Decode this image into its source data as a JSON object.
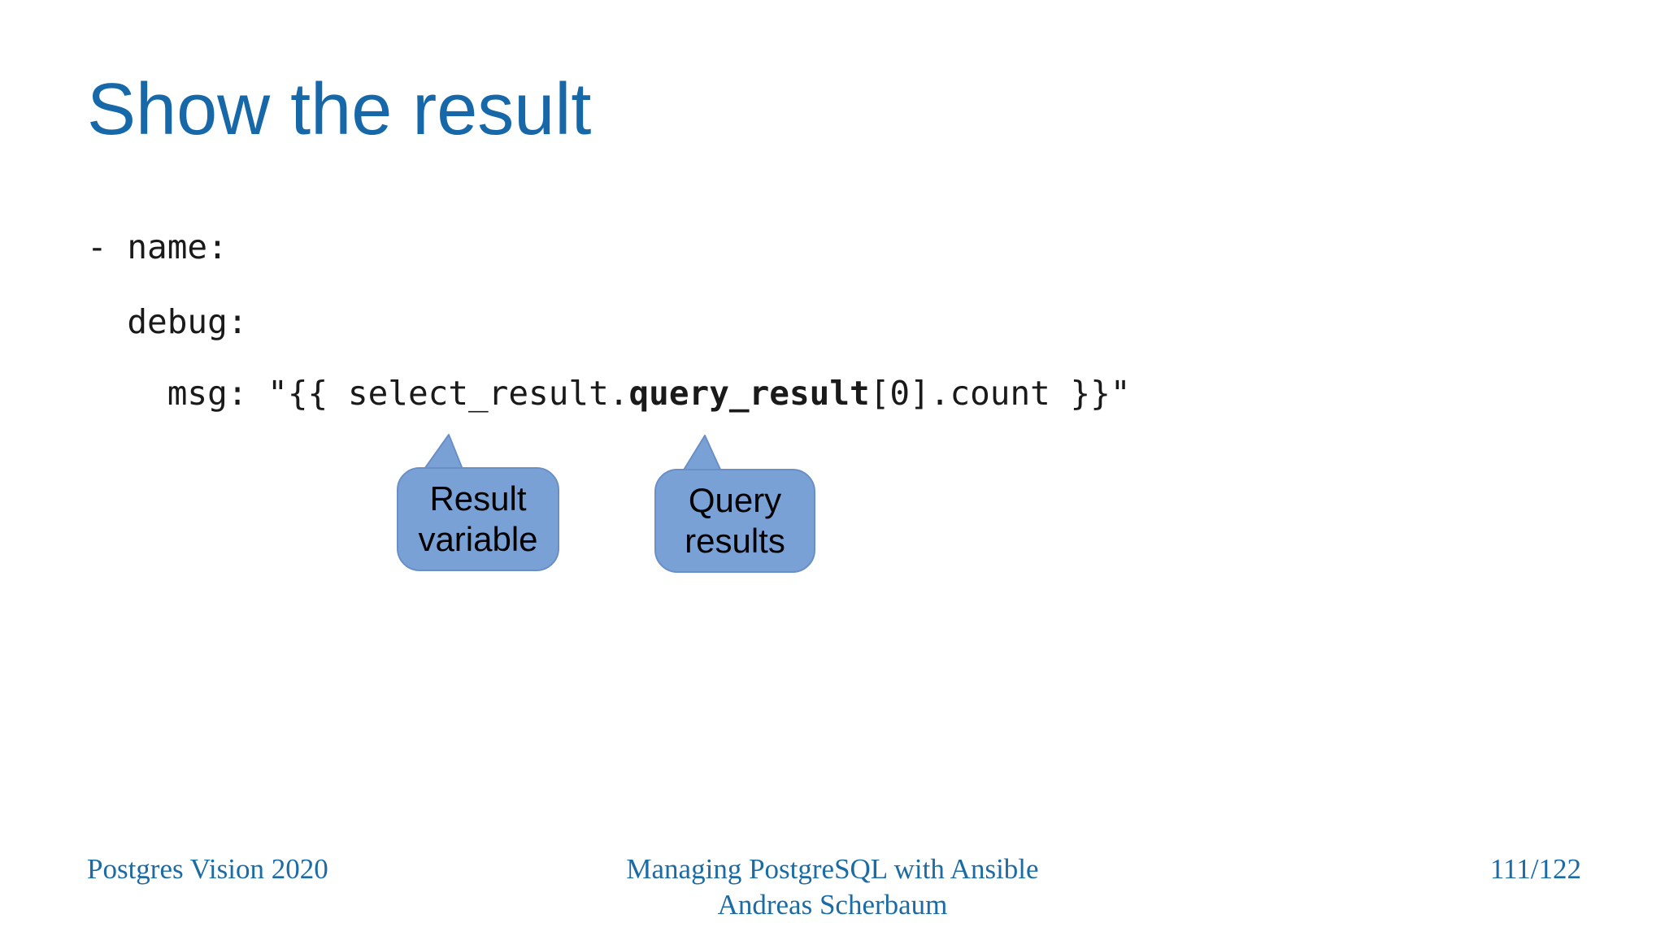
{
  "colors": {
    "background": "#ffffff",
    "title_color": "#1768a8",
    "footer_color": "#1c6ba4",
    "code_color": "#1a1a1a",
    "callout_fill": "#7aa1d6",
    "callout_border": "#6a8fc6",
    "callout_text": "#000000"
  },
  "slide": {
    "title": "Show the result"
  },
  "code": {
    "line_name": "- name:",
    "line_debug": "  debug:",
    "line_msg_pre": "    msg: \"{{ select_result.",
    "line_msg_bold": "query_result",
    "line_msg_post": "[0].count }}\""
  },
  "callouts": [
    {
      "line1": "Result",
      "line2": "variable"
    },
    {
      "line1": "Query",
      "line2": "results"
    }
  ],
  "footer": {
    "left": "Postgres Vision 2020",
    "center_line1": "Managing PostgreSQL with Ansible",
    "center_line2": "Andreas Scherbaum",
    "right": "111/122"
  }
}
